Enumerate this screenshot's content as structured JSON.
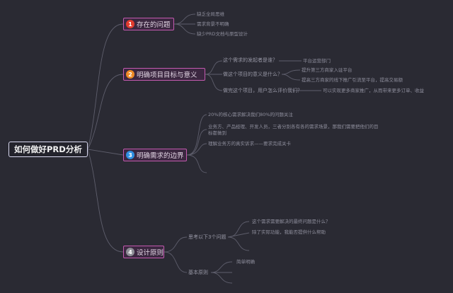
{
  "root": {
    "label": "如何做好PRD分析"
  },
  "branches": [
    {
      "num": "1",
      "color": "#e03b2e",
      "label": "存在的问题",
      "leaves": [
        "缺乏全局思维",
        "需求背景不明确",
        "缺少PRD文档与原型设计"
      ]
    },
    {
      "num": "2",
      "color": "#ee8a25",
      "label": "明确项目目标与意义",
      "questions": [
        {
          "text": "这个需求的发起者是谁？",
          "answers": [
            "平台运营部门"
          ]
        },
        {
          "text": "做这个项目的意义是什么？",
          "answers": [
            "提升第三方商家入驻平台",
            "提高三方商家的线下推广引流至平台，提高交易额"
          ]
        },
        {
          "text": "做完这个项目，用户怎么评价我们？",
          "answers": [
            "可以实现更多商家推广，从而带来更多订单、收益"
          ]
        }
      ]
    },
    {
      "num": "3",
      "color": "#2e8fe0",
      "label": "明确需求的边界",
      "leaves": [
        "20%的核心需求解决我们80%的问题关注",
        "业务方、产品经理、开发人员，三者分别各有各的需求场景，那我们需要把他们的目标都做到",
        "理解业务方的真实诉求——要求完成关卡"
      ]
    },
    {
      "num": "4",
      "color": "#8e8e96",
      "label": "设计原则",
      "subs": [
        {
          "label": "思考以下3个问题",
          "leaves": [
            "这个需求需要解决的最终问题是什么？",
            "除了实际功能，我能否提供什么帮助",
            ""
          ]
        },
        {
          "label": "基本原则",
          "leaves": [
            "简单明确",
            "",
            ""
          ]
        }
      ]
    }
  ]
}
